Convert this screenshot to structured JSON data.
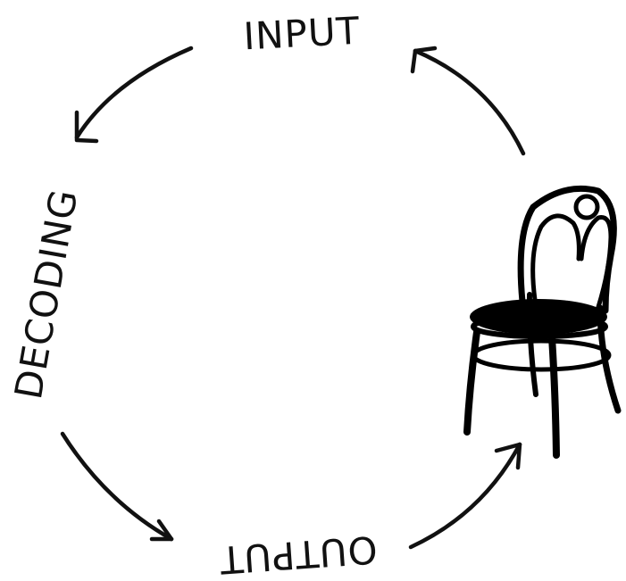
{
  "labels": {
    "input": "INPUT",
    "decoding": "DECODING",
    "output": "OUTPUT"
  },
  "stage_object": "chair-icon",
  "colors": {
    "ink": "#111111",
    "background": "#ffffff"
  }
}
